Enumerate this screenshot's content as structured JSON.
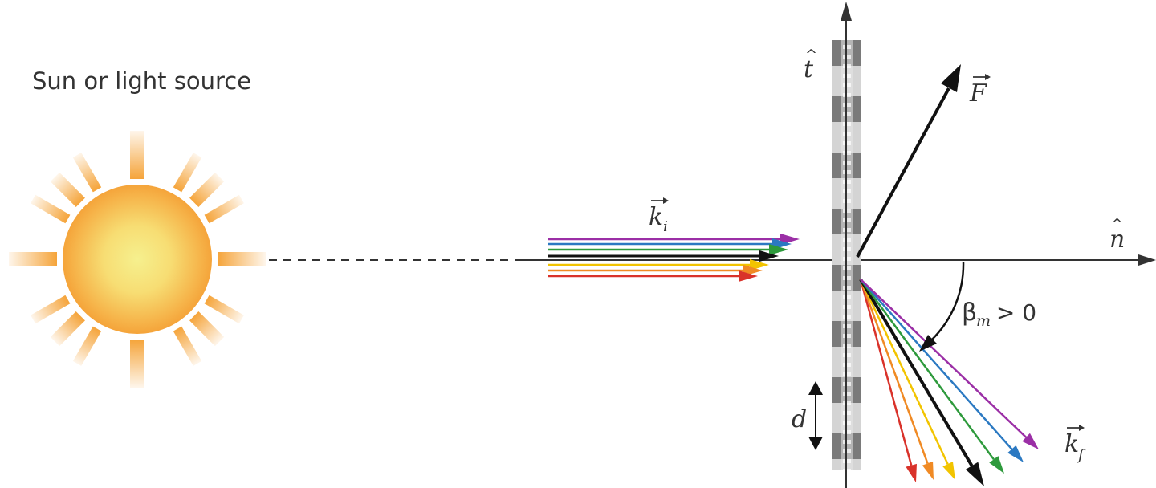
{
  "source_label": "Sun or light source",
  "vectors": {
    "incident": "k",
    "incident_sub": "i",
    "diffracted": "k",
    "diffracted_sub": "f",
    "force": "F"
  },
  "axes": {
    "tangent": "t",
    "normal": "n"
  },
  "angle": {
    "symbol": "β",
    "sub": "m",
    "condition": " > 0"
  },
  "period": "d",
  "colors": {
    "sun_outer": "#f5a43a",
    "sun_inner": "#f6ee8a",
    "ray_violet": "#9b2fa6",
    "ray_blue": "#2b79c2",
    "ray_green": "#2e9a3c",
    "ray_black": "#111111",
    "ray_yellow": "#f2c400",
    "ray_orange": "#f08a24",
    "ray_red": "#d9322a",
    "grating_dark": "#7a7a7a",
    "grating_light": "#d4d4d4"
  }
}
